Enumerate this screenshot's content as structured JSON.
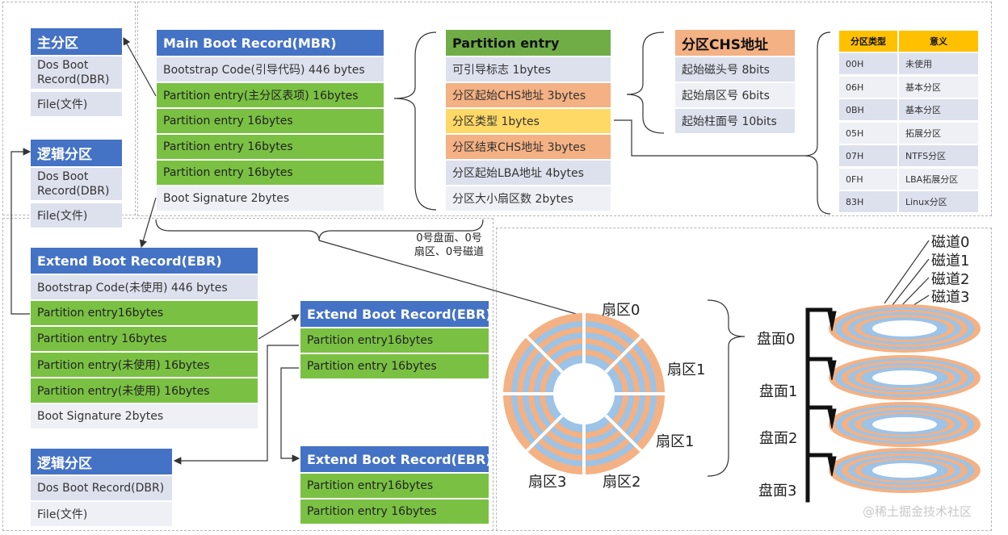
{
  "primary": {
    "title": "主分区",
    "items": [
      "Dos Boot Record(DBR)",
      "File(文件)"
    ]
  },
  "logical1": {
    "title": "逻辑分区",
    "items": [
      "Dos Boot Record(DBR)",
      "File(文件)"
    ]
  },
  "logical2": {
    "title": "逻辑分区",
    "items": [
      "Dos Boot Record(DBR)",
      "File(文件)"
    ]
  },
  "mbr": {
    "title": "Main Boot Record(MBR)",
    "rows": [
      "Bootstrap Code(引导代码) 446  bytes",
      "Partition entry(主分区表项) 16bytes",
      "Partition entry 16bytes",
      "Partition entry 16bytes",
      "Partition entry 16bytes",
      "Boot Signature 2bytes"
    ]
  },
  "partition_entry": {
    "title": "Partition entry",
    "rows": [
      "可引导标志 1bytes",
      "分区起始CHS地址 3bytes",
      "分区类型 1bytes",
      "分区结束CHS地址 3bytes",
      "分区起始LBA地址 4bytes",
      "分区大小扇区数  2bytes"
    ]
  },
  "chs": {
    "title": "分区CHS地址",
    "rows": [
      "起始磁头号 8bits",
      "起始扇区号 6bits",
      "起始柱面号 10bits"
    ]
  },
  "type_table": {
    "headers": [
      "分区类型",
      "意义"
    ],
    "rows": [
      [
        "00H",
        "未使用"
      ],
      [
        "06H",
        "基本分区"
      ],
      [
        "0BH",
        "基本分区"
      ],
      [
        "05H",
        "拓展分区"
      ],
      [
        "07H",
        "NTFS分区"
      ],
      [
        "0FH",
        "LBA拓展分区"
      ],
      [
        "83H",
        "Linux分区"
      ]
    ]
  },
  "ebr1": {
    "title": "Extend Boot Record(EBR)",
    "rows": [
      "Bootstrap Code(未使用) 446  bytes",
      "Partition entry16bytes",
      "Partition entry 16bytes",
      "Partition entry(未使用) 16bytes",
      "Partition entry(未使用) 16bytes",
      "Boot Signature 2bytes"
    ]
  },
  "ebr2": {
    "title": "Extend Boot Record(EBR)",
    "rows": [
      "Partition entry16bytes",
      "Partition entry 16bytes"
    ]
  },
  "ebr3": {
    "title": "Extend Boot Record(EBR)",
    "rows": [
      "Partition entry16bytes",
      "Partition entry 16bytes"
    ]
  },
  "mbr_location": [
    "0号盘面、0号",
    "扇区、0号磁道"
  ],
  "disk": {
    "sectors": [
      "扇区0",
      "扇区1",
      "扇区1",
      "扇区2",
      "扇区3"
    ],
    "platters": [
      "盘面0",
      "盘面1",
      "盘面2",
      "盘面3"
    ],
    "tracks": [
      "磁道0",
      "磁道1",
      "磁道2",
      "磁道3"
    ]
  },
  "watermark": "@稀土掘金技术社区",
  "colors": {
    "header_blue": "#4472c4",
    "entry_green": "#7ac143",
    "field_orange": "#f4b183",
    "field_yellow": "#ffd966",
    "row_gray": "#dde1ee",
    "table_header": "#ffc000",
    "ring_orange": "#f4b183",
    "ring_blue": "#9dc3e6"
  }
}
